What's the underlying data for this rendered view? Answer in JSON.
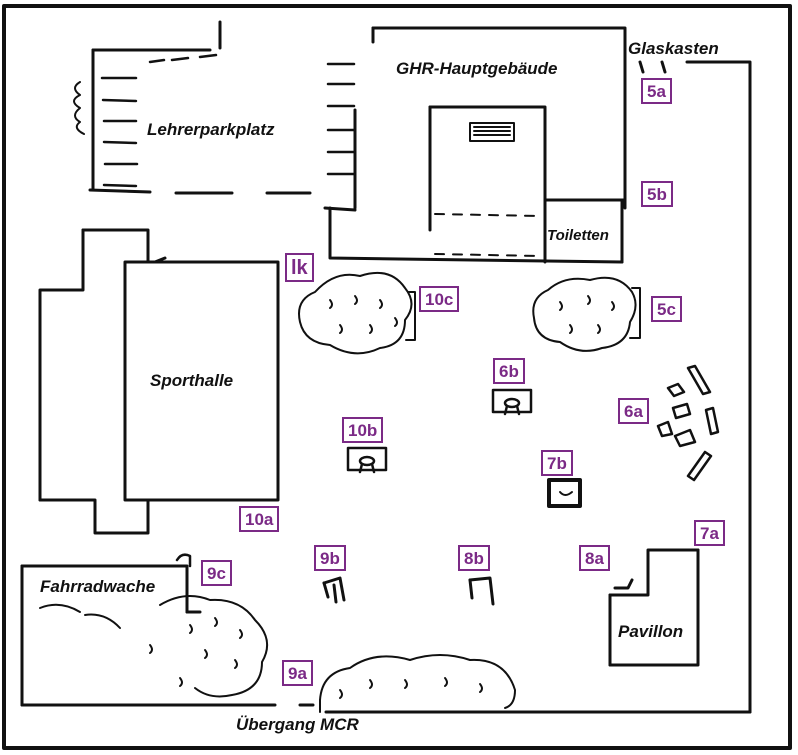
{
  "colors": {
    "ink": "#111111",
    "marker": "#7b2a86",
    "background": "#ffffff"
  },
  "labels": {
    "glaskasten": "Glaskasten",
    "hauptgebaeude": "GHR-Hauptgebäude",
    "lehrerparkplatz": "Lehrerparkplatz",
    "toiletten": "Toiletten",
    "sporthalle": "Sporthalle",
    "fahrradwache": "Fahrradwache",
    "pavillon": "Pavillon",
    "uebergang": "Übergang MCR"
  },
  "markers": {
    "m5a": "5a",
    "m5b": "5b",
    "m5c": "5c",
    "lk": "lk",
    "m10c": "10c",
    "m6b": "6b",
    "m6a": "6a",
    "m10b": "10b",
    "m7b": "7b",
    "m10a": "10a",
    "m7a": "7a",
    "m9c": "9c",
    "m9b": "9b",
    "m8b": "8b",
    "m8a": "8a",
    "m9a": "9a"
  },
  "icons": {
    "bushes": "bush-icon",
    "tables": "table-icon",
    "benches": "bench-icon",
    "stairs": "stairs-icon"
  }
}
